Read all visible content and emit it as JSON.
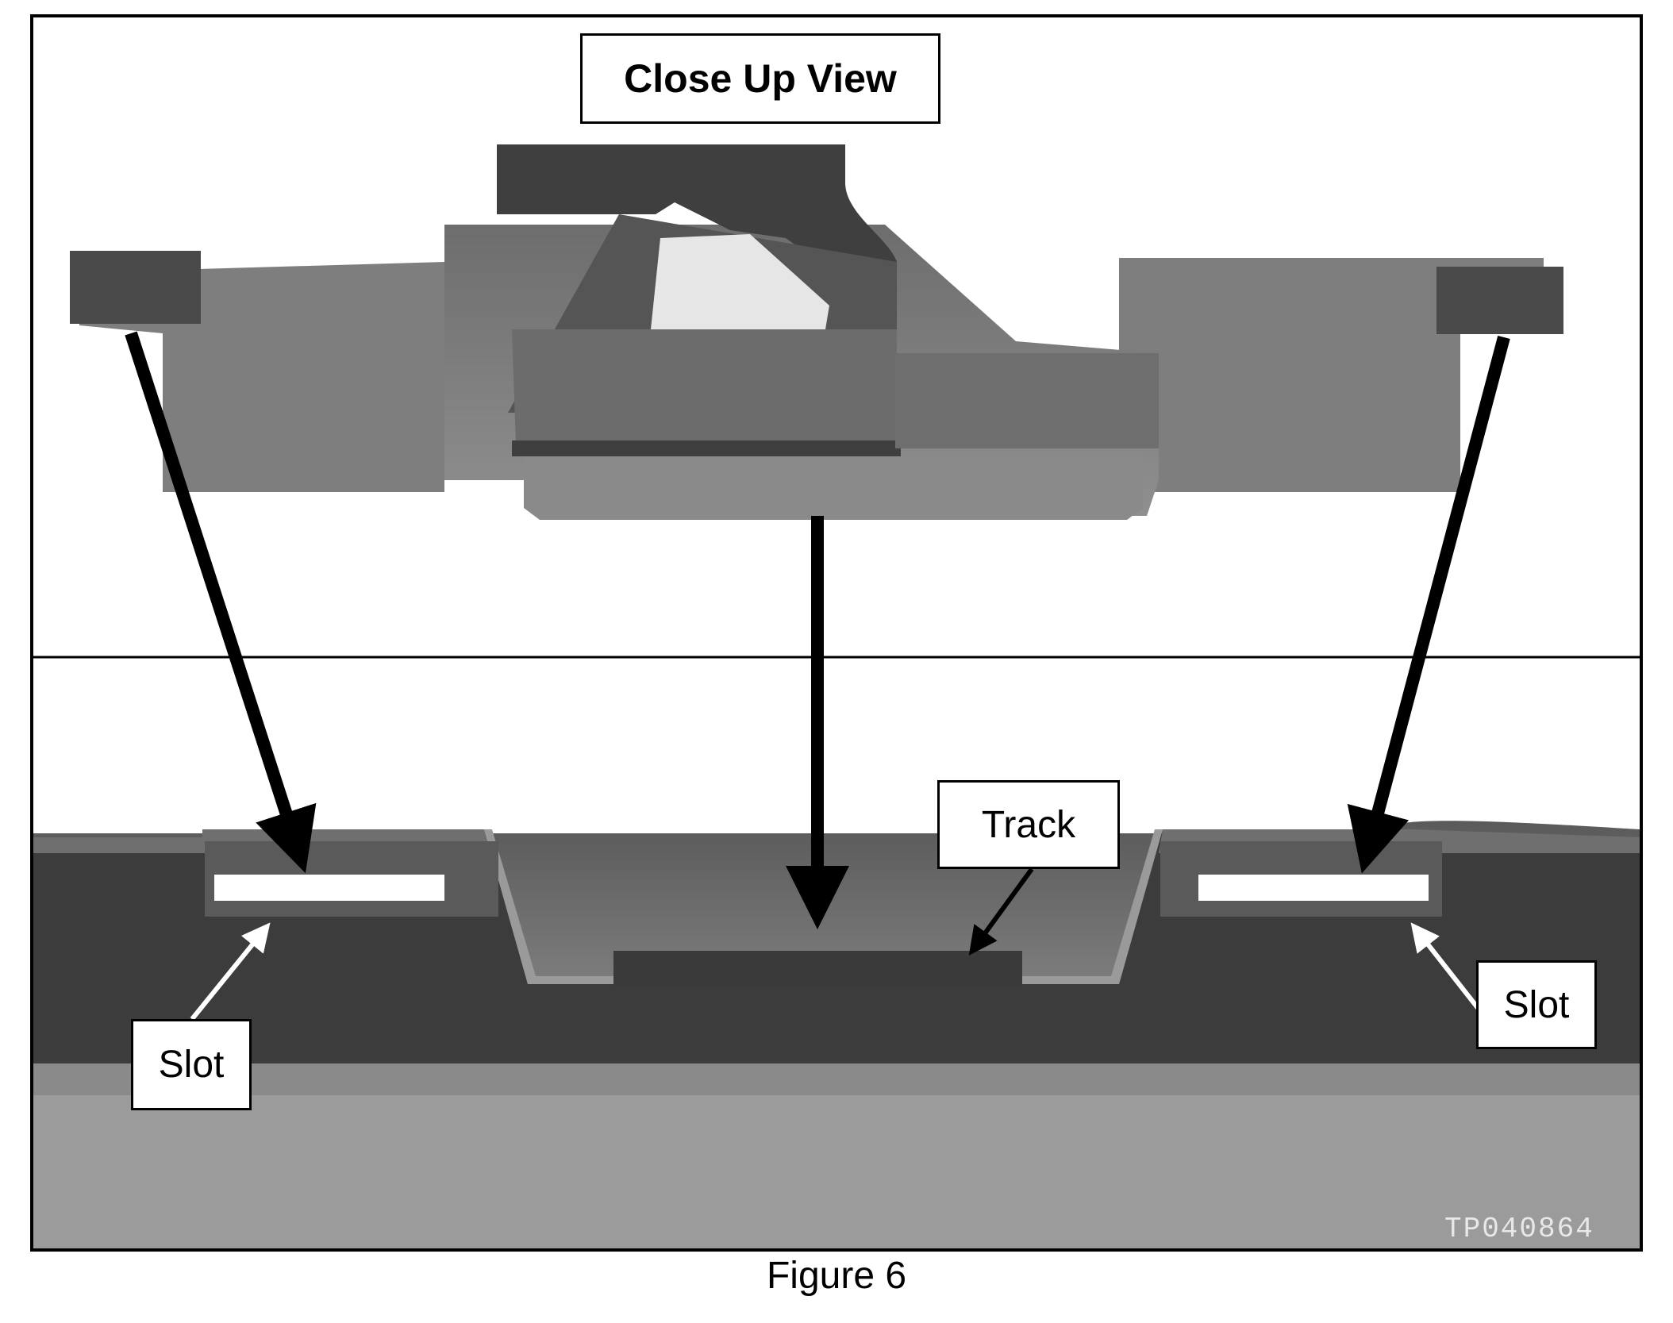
{
  "title": "Close Up View",
  "labels": {
    "track": "Track",
    "slot_left": "Slot",
    "slot_right": "Slot"
  },
  "image_code": "TP040864",
  "caption": "Figure 6",
  "colors": {
    "frame": "#000000",
    "part_dark": "#4a4a4a",
    "part_mid": "#7c7c7c",
    "part_light": "#9a9a9a",
    "panel_dark": "#3a3a3a",
    "panel_light": "#8d8d8d",
    "slot": "#ffffff",
    "arrow": "#000000",
    "slot_pointer": "#ffffff"
  }
}
